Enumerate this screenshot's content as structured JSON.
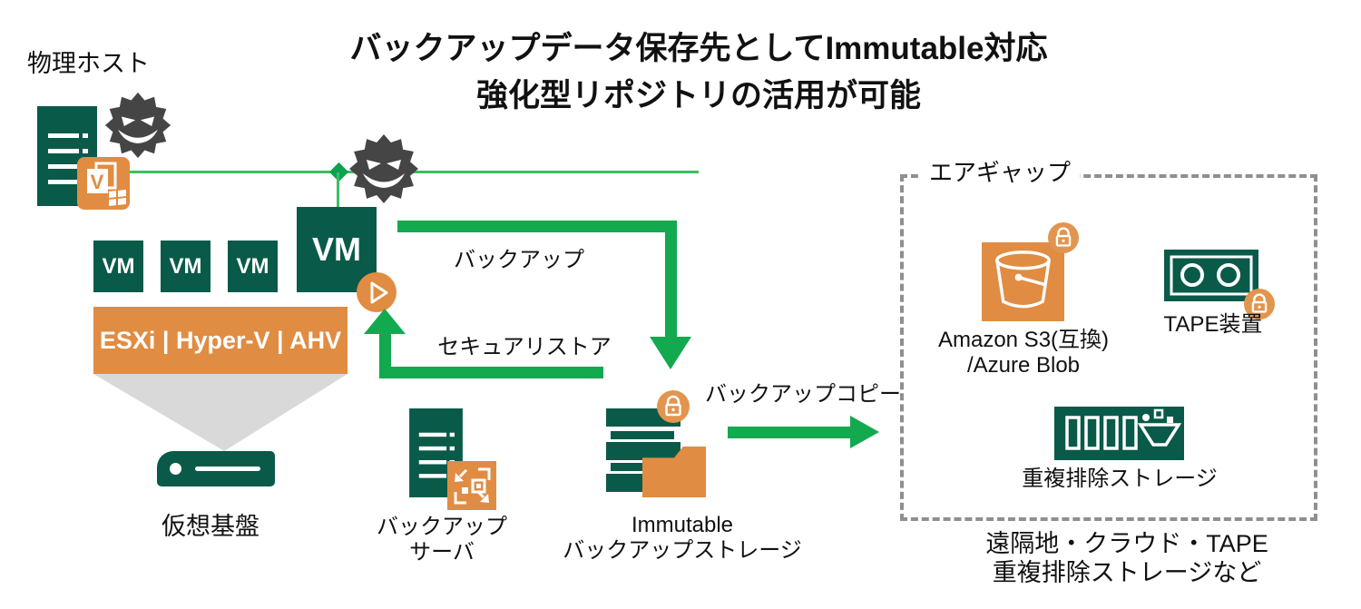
{
  "title": {
    "line1": "バックアップデータ保存先としてImmutable対応",
    "line2": "強化型リポジトリの活用が可能"
  },
  "colors": {
    "dark_green": "#0A5A49",
    "arrow_green": "#12A94F",
    "line_green": "#3CBE63",
    "orange": "#E08C42",
    "malware_gray": "#454545",
    "funnel_gray": "#D9D9D9",
    "airgap_border_gray": "#8F8F8F"
  },
  "physical_host": {
    "label": "物理ホスト",
    "agent_letter": "V"
  },
  "virtualization": {
    "vm_labels": [
      "VM",
      "VM",
      "VM",
      "VM"
    ],
    "hypervisor_bar": "ESXi | Hyper-V | AHV",
    "label": "仮想基盤"
  },
  "flows": {
    "backup": "バックアップ",
    "secure_restore": "セキュアリストア",
    "backup_copy": "バックアップコピー"
  },
  "backup_server": {
    "line1": "バックアップ",
    "line2": "サーバ"
  },
  "immutable_storage": {
    "line1": "Immutable",
    "line2": "バックアップストレージ"
  },
  "air_gap": {
    "label": "エアギャップ",
    "s3": {
      "line1": "Amazon S3(互換)",
      "line2": "/Azure Blob"
    },
    "tape": {
      "label": "TAPE装置"
    },
    "dedupe": {
      "label": "重複排除ストレージ"
    },
    "footer": {
      "line1": "遠隔地・クラウド・TAPE",
      "line2": "重複排除ストレージなど"
    }
  }
}
